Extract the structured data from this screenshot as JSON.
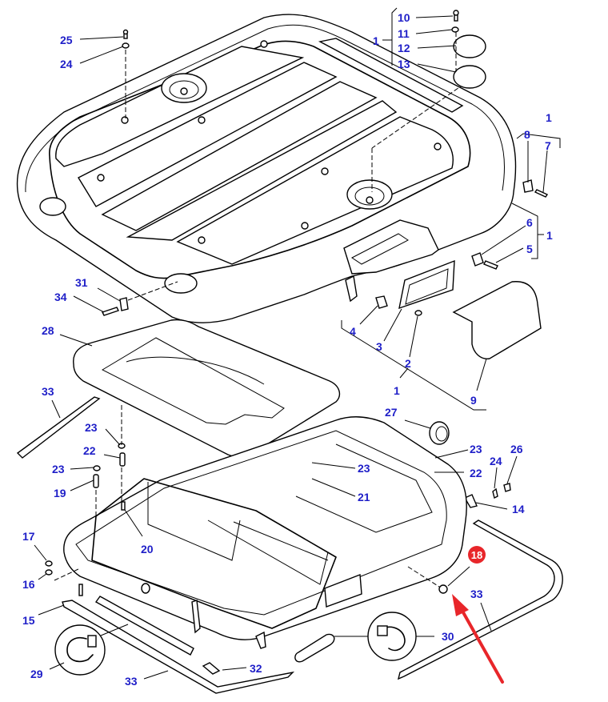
{
  "diagram": {
    "title": "Cab roof assembly exploded parts diagram",
    "label_color": "#1f1fc8",
    "highlight_color": "#e8262a",
    "highlighted_part": "18",
    "callouts": [
      {
        "id": "c10",
        "text": "10",
        "part": "bolt"
      },
      {
        "id": "c11",
        "text": "11",
        "part": "washer"
      },
      {
        "id": "c1a",
        "text": "1",
        "part": "roof assembly group"
      },
      {
        "id": "c12",
        "text": "12",
        "part": "cover plate"
      },
      {
        "id": "c13",
        "text": "13",
        "part": "gasket plate"
      },
      {
        "id": "c25",
        "text": "25",
        "part": "bolt"
      },
      {
        "id": "c24a",
        "text": "24",
        "part": "washer"
      },
      {
        "id": "c1b",
        "text": "1",
        "part": "roof assembly group"
      },
      {
        "id": "c8",
        "text": "8",
        "part": "clip nut"
      },
      {
        "id": "c7",
        "text": "7",
        "part": "screw"
      },
      {
        "id": "c6",
        "text": "6",
        "part": "clip"
      },
      {
        "id": "c1c",
        "text": "1",
        "part": "roof assembly group"
      },
      {
        "id": "c5",
        "text": "5",
        "part": "screw"
      },
      {
        "id": "c31",
        "text": "31",
        "part": "clip nut"
      },
      {
        "id": "c34",
        "text": "34",
        "part": "screw"
      },
      {
        "id": "c4",
        "text": "4",
        "part": "clip"
      },
      {
        "id": "c3",
        "text": "3",
        "part": "grille frame"
      },
      {
        "id": "c2",
        "text": "2",
        "part": "fastener"
      },
      {
        "id": "c1d",
        "text": "1",
        "part": "roof assembly group"
      },
      {
        "id": "c9",
        "text": "9",
        "part": "cover"
      },
      {
        "id": "c28",
        "text": "28",
        "part": "headliner panel"
      },
      {
        "id": "c33a",
        "text": "33",
        "part": "seal strip"
      },
      {
        "id": "c27",
        "text": "27",
        "part": "grommet"
      },
      {
        "id": "c23a",
        "text": "23",
        "part": "washer"
      },
      {
        "id": "c22a",
        "text": "22",
        "part": "spacer"
      },
      {
        "id": "c23b",
        "text": "23",
        "part": "washer"
      },
      {
        "id": "c19",
        "text": "19",
        "part": "spacer"
      },
      {
        "id": "c23c",
        "text": "23",
        "part": "washer"
      },
      {
        "id": "c21",
        "text": "21",
        "part": "spacer"
      },
      {
        "id": "c23d",
        "text": "23",
        "part": "washer"
      },
      {
        "id": "c22b",
        "text": "22",
        "part": "spacer"
      },
      {
        "id": "c24b",
        "text": "24",
        "part": "nut"
      },
      {
        "id": "c26",
        "text": "26",
        "part": "screw"
      },
      {
        "id": "c14",
        "text": "14",
        "part": "bracket"
      },
      {
        "id": "c20",
        "text": "20",
        "part": "screw"
      },
      {
        "id": "c17",
        "text": "17",
        "part": "nut"
      },
      {
        "id": "c16",
        "text": "16",
        "part": "washer"
      },
      {
        "id": "c15",
        "text": "15",
        "part": "bolt"
      },
      {
        "id": "c18",
        "text": "18",
        "part": "nut (highlighted)"
      },
      {
        "id": "c33b",
        "text": "33",
        "part": "seal strip"
      },
      {
        "id": "c30",
        "text": "30",
        "part": "edge seal profile"
      },
      {
        "id": "c29",
        "text": "29",
        "part": "edge seal profile"
      },
      {
        "id": "c32",
        "text": "32",
        "part": "clip nut"
      },
      {
        "id": "c33c",
        "text": "33",
        "part": "seal strip"
      }
    ]
  }
}
